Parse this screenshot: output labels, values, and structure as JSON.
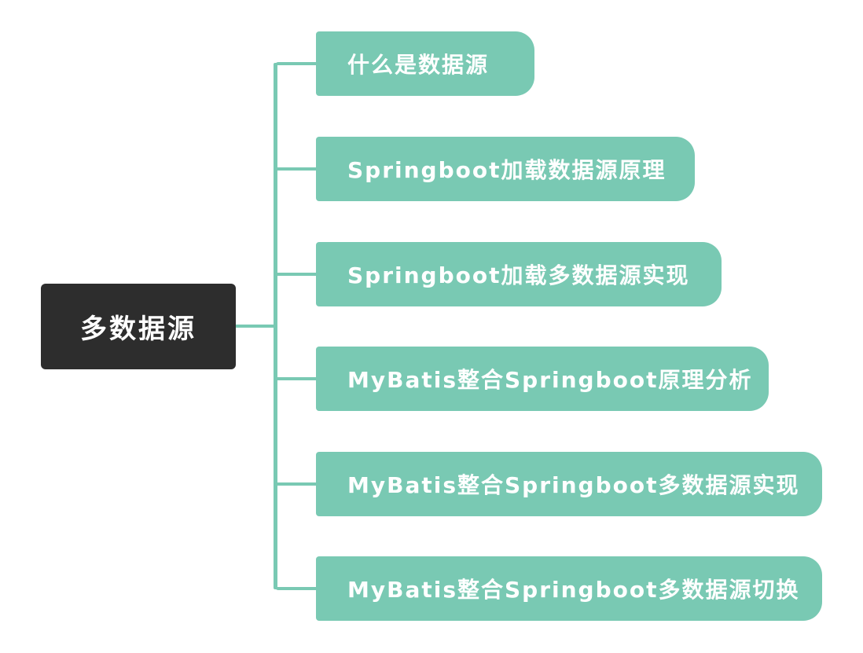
{
  "diagram": {
    "root": {
      "label": "多数据源"
    },
    "branches": [
      {
        "label": "什么是数据源"
      },
      {
        "label": "Springboot加载数据源原理"
      },
      {
        "label": "Springboot加载多数据源实现"
      },
      {
        "label": "MyBatis整合Springboot原理分析"
      },
      {
        "label": "MyBatis整合Springboot多数据源实现"
      },
      {
        "label": "MyBatis整合Springboot多数据源切换"
      }
    ],
    "colors": {
      "root_fill": "#2d2d2d",
      "branch_fill": "#79c9b3",
      "connector": "#79c9b3",
      "text": "#ffffff"
    }
  }
}
